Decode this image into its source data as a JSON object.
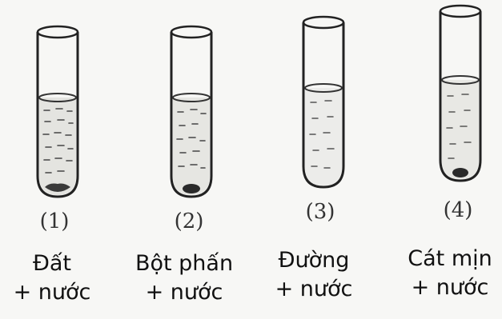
{
  "tubes": [
    {
      "number": "(1)",
      "label_line1": "Đất",
      "label_line2": "+ nước",
      "contents": "muddy-suspension"
    },
    {
      "number": "(2)",
      "label_line1": "Bột phấn",
      "label_line2": "+ nước",
      "contents": "suspension-with-sediment"
    },
    {
      "number": "(3)",
      "label_line1": "Đường",
      "label_line2": "+ nước",
      "contents": "clear-solution"
    },
    {
      "number": "(4)",
      "label_line1": "Cát mịn",
      "label_line2": "+ nước",
      "contents": "liquid-with-sand-sediment"
    }
  ],
  "colors": {
    "ink": "#222222",
    "liquid": "#e9e9e6",
    "sediment": "#2a2a2a"
  }
}
